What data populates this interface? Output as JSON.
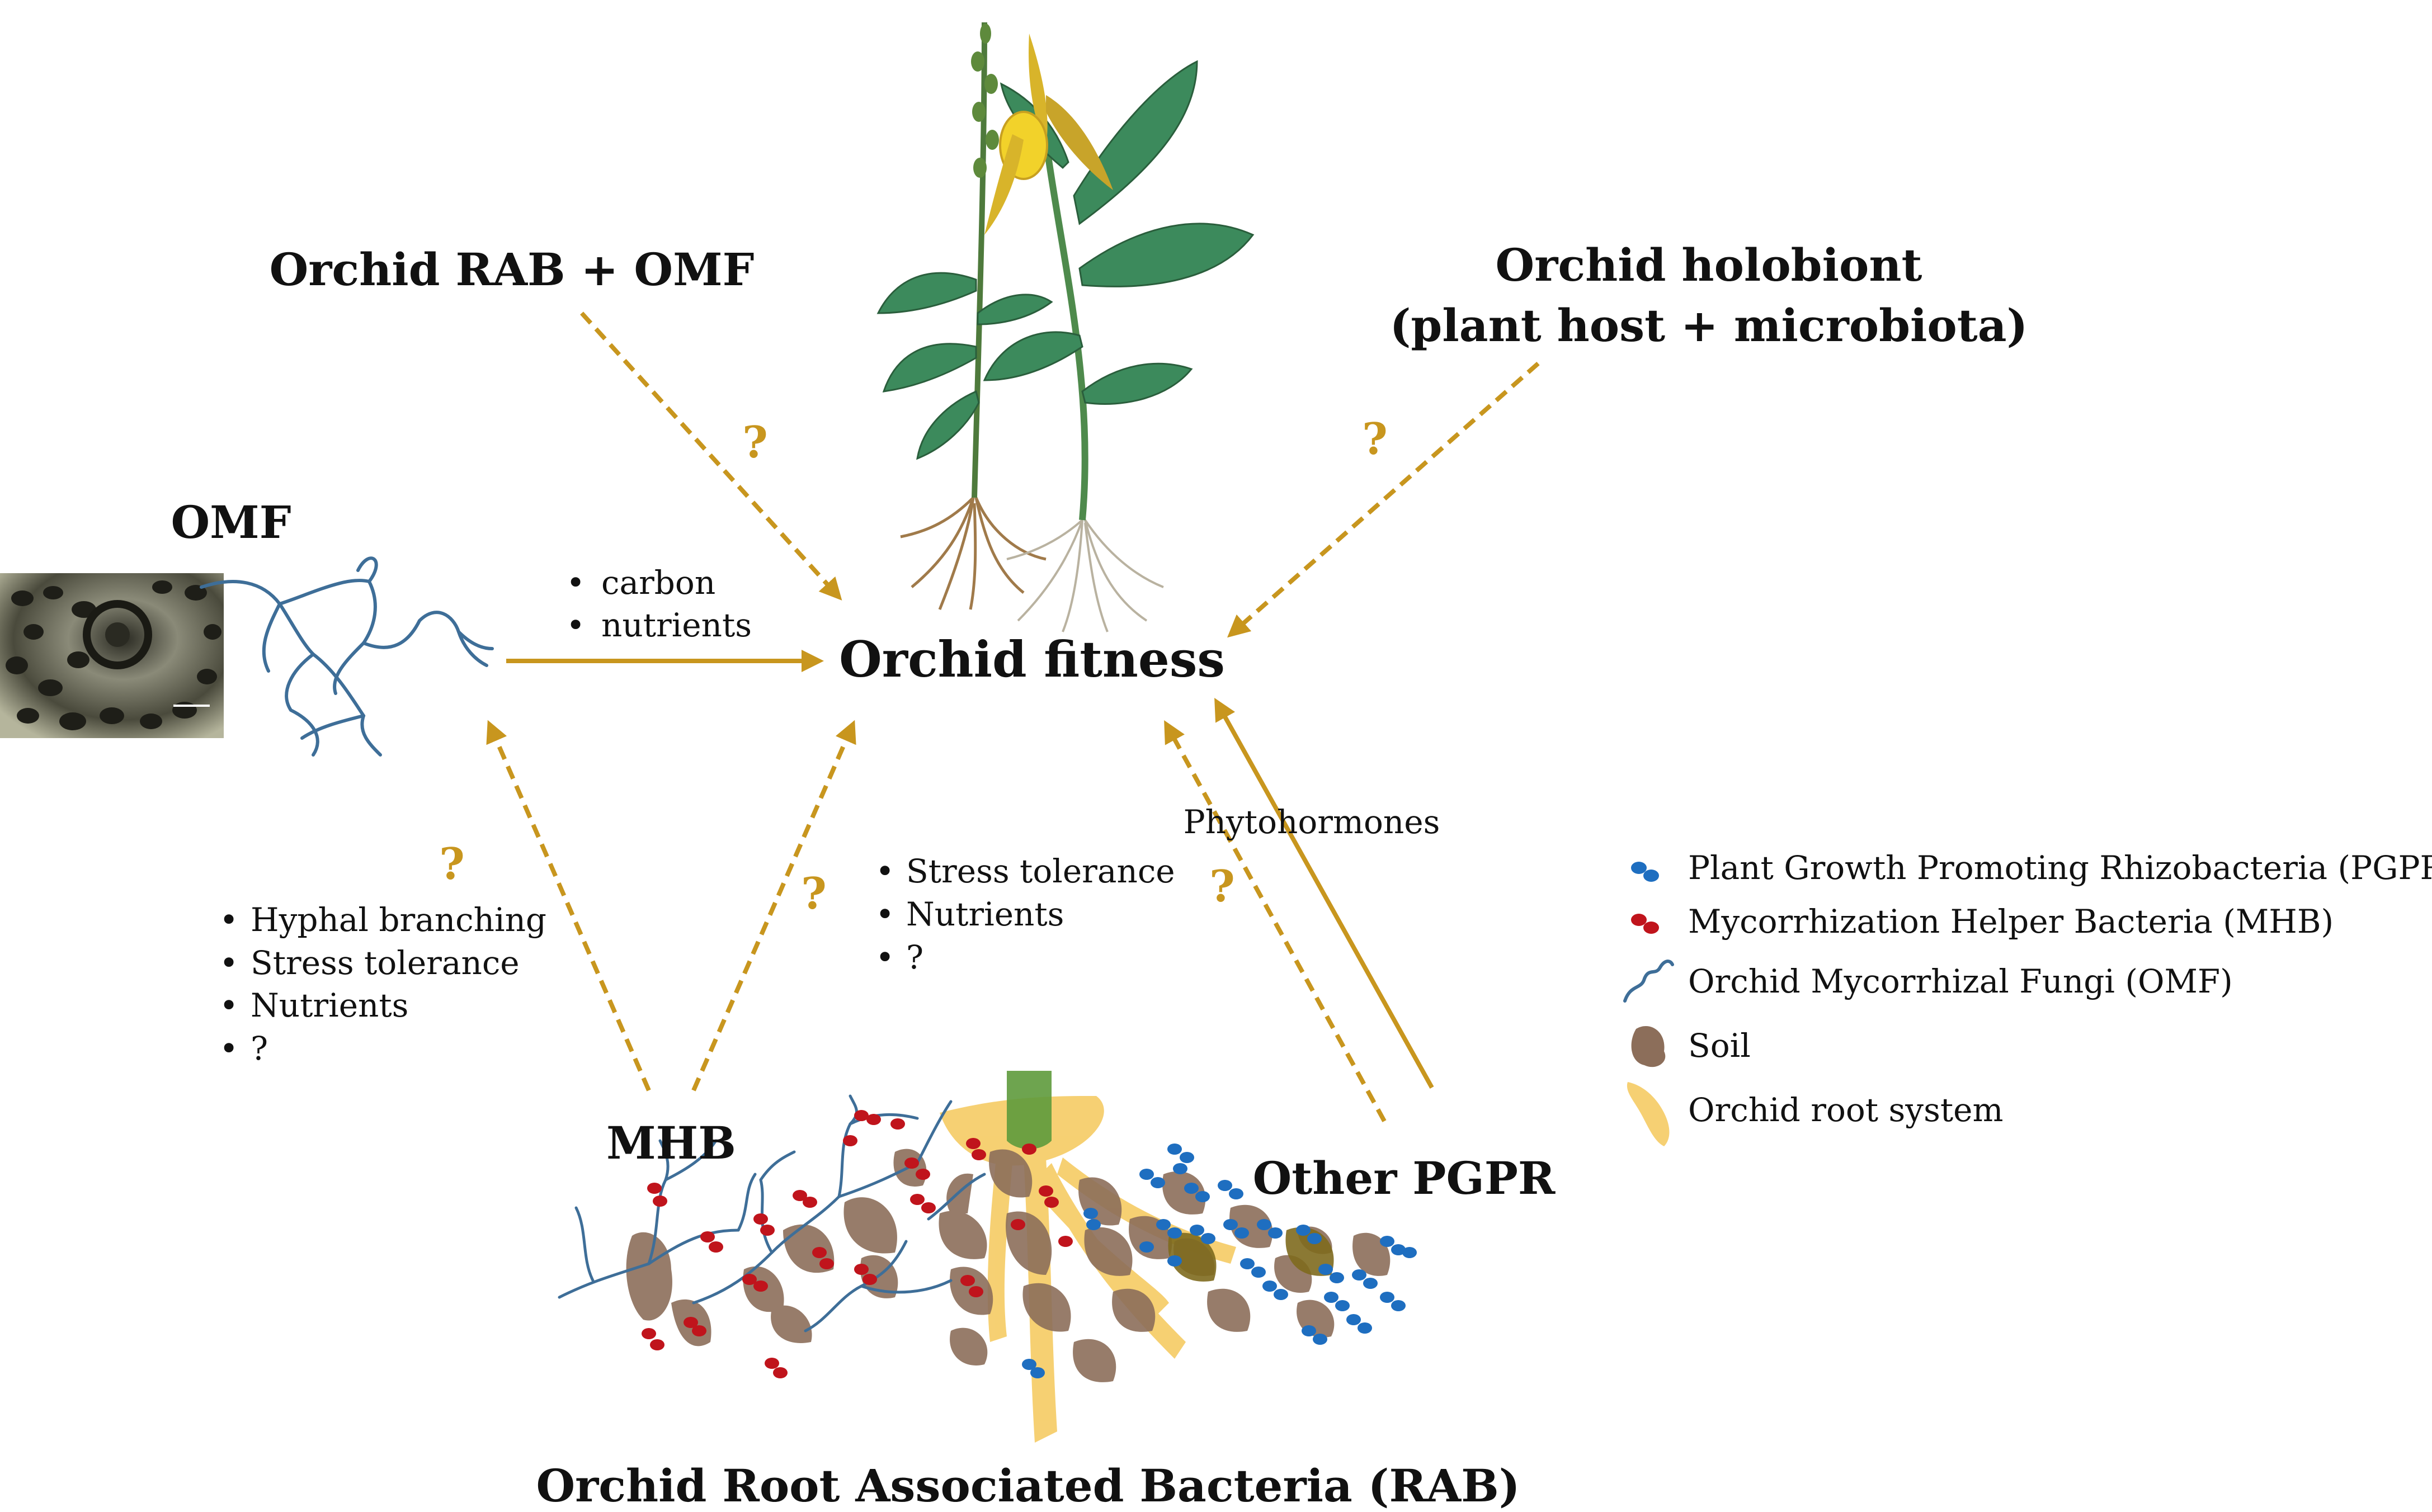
{
  "colors": {
    "arrow": "#C8961E",
    "hyphae": "#3E6E98",
    "mhb": "#C0141C",
    "pgpr": "#1E6EC0",
    "soil": "#8C6E5A",
    "root": "#F5C85A",
    "leaf": "#3C8A5C",
    "flower": "#F2D22A",
    "text": "#111111"
  },
  "labels": {
    "center": "Orchid fitness",
    "rab_omf": "Orchid RAB + OMF",
    "holobiont_line1": "Orchid holobiont",
    "holobiont_line2": "(plant host + microbiota)",
    "omf": "OMF",
    "mhb": "MHB",
    "other_pgpr": "Other PGPR",
    "rab": "Orchid Root Associated Bacteria (RAB)",
    "phytohormones": "Phytohormones"
  },
  "question_mark": "?",
  "bullet": "•",
  "omf_to_fitness_items": [
    "carbon",
    "nutrients"
  ],
  "mhb_to_omf_items": [
    "Hyphal branching",
    "Stress tolerance",
    "Nutrients",
    "?"
  ],
  "mhb_to_fitness_items": [
    "Stress tolerance",
    "Nutrients",
    "?"
  ],
  "legend": [
    {
      "icon": "pgpr-icon",
      "label": "Plant Growth Promoting Rhizobacteria (PGPR)"
    },
    {
      "icon": "mhb-icon",
      "label": "Mycorrhization Helper Bacteria (MHB)"
    },
    {
      "icon": "fungi-icon",
      "label": "Orchid Mycorrhizal Fungi (OMF)"
    },
    {
      "icon": "soil-icon",
      "label": "Soil"
    },
    {
      "icon": "root-icon",
      "label": "Orchid root system"
    }
  ]
}
